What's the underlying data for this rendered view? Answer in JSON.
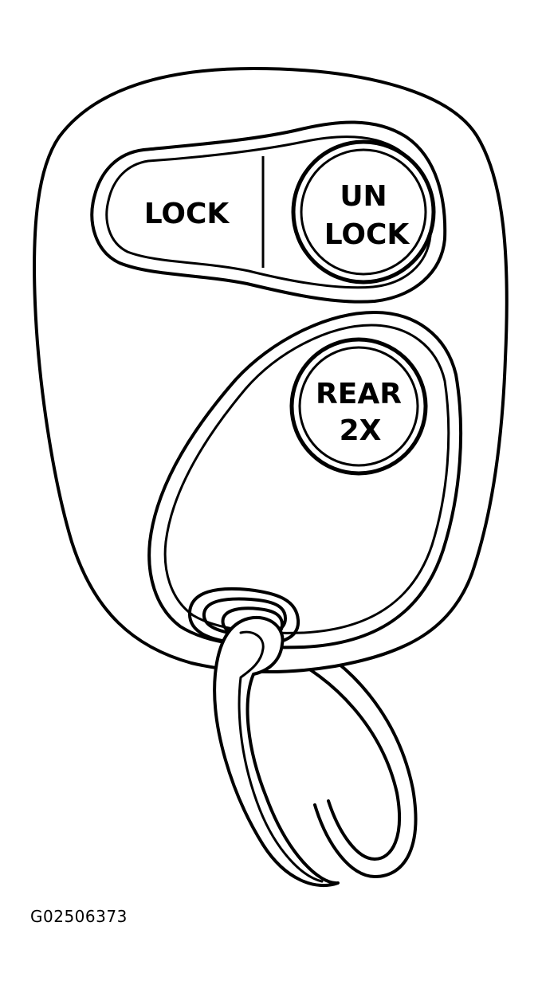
{
  "figure": {
    "id": "G02506373"
  },
  "buttons": {
    "lock": "LOCK",
    "unlock_line1": "UN",
    "unlock_line2": "LOCK",
    "rear_line1": "REAR",
    "rear_line2": "2X"
  },
  "colors": {
    "ink": "#000000",
    "paper": "#ffffff"
  }
}
